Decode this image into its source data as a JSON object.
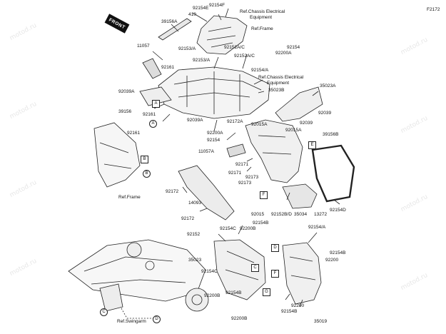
{
  "diagram": {
    "code": "F2172",
    "front_badge": "FRONT",
    "watermark": "motod.ru",
    "labels": {
      "l_92154e": "92154E",
      "l_92154f": "92154F",
      "l_410": "410",
      "l_ref_chassis_1": "Ref.Chassis Electrical",
      "l_ref_chassis_1b": "Equipment",
      "l_ref_frame_1": "Ref.Frame",
      "l_39156a": "39156A",
      "l_92153_a_1": "92153/A",
      "l_92152a_c": "92152A/C",
      "l_92154_top": "92154",
      "l_92200a_1": "92200A",
      "l_92152a_c_2": "92152A/C",
      "l_11057": "11057",
      "l_92153_a_2": "92153/A",
      "l_92154_a_1": "92154/A",
      "l_ref_chassis_2": "Ref.Chassis Electrical",
      "l_ref_chassis_2b": "Equipment",
      "l_35023b": "35023B",
      "l_35023a": "35023A",
      "l_92161_1": "92161",
      "l_92039a": "92039A",
      "l_39156": "39156",
      "l_92161_2": "92161",
      "l_92039a_2": "92039A",
      "l_92161_3": "92161",
      "l_92039_1": "92039",
      "l_92039_2": "92039",
      "l_92172_a": "92172A",
      "l_92015a_1": "92015A",
      "l_92015a_2": "92015A",
      "l_92200a_2": "92200A",
      "l_92154_2": "92154",
      "l_39156b": "39156B",
      "l_11057a": "11057A",
      "l_92171_1": "92171",
      "l_92171_2": "92171",
      "l_92173_1": "92173",
      "l_92173_2": "92173",
      "l_92172_1": "92172",
      "l_ref_frame_2": "Ref.Frame",
      "l_14093": "14093",
      "l_92172_2": "92172",
      "l_92015": "92015",
      "l_92152b_d": "92152B/D",
      "l_35034": "35034",
      "l_13272": "13272",
      "l_92154d": "92154D",
      "l_92154b_1": "92154B",
      "l_92152": "92152",
      "l_92154c_1": "92154C",
      "l_92200b_1": "92200B",
      "l_92154_a_2": "92154/A",
      "l_35023": "35023",
      "l_92154b_2": "92154B",
      "l_92200": "92200",
      "l_92154c_2": "92154C",
      "l_92200b_2": "92200B",
      "l_92154b_3": "92154B",
      "l_92200b_3": "92200B",
      "l_92200_2": "92200",
      "l_92154b_4": "92154B",
      "l_35019": "35019",
      "l_ref_swingarm": "Ref.Swingarm"
    },
    "callouts": [
      "A",
      "B",
      "C",
      "D",
      "E",
      "F",
      "G"
    ]
  }
}
